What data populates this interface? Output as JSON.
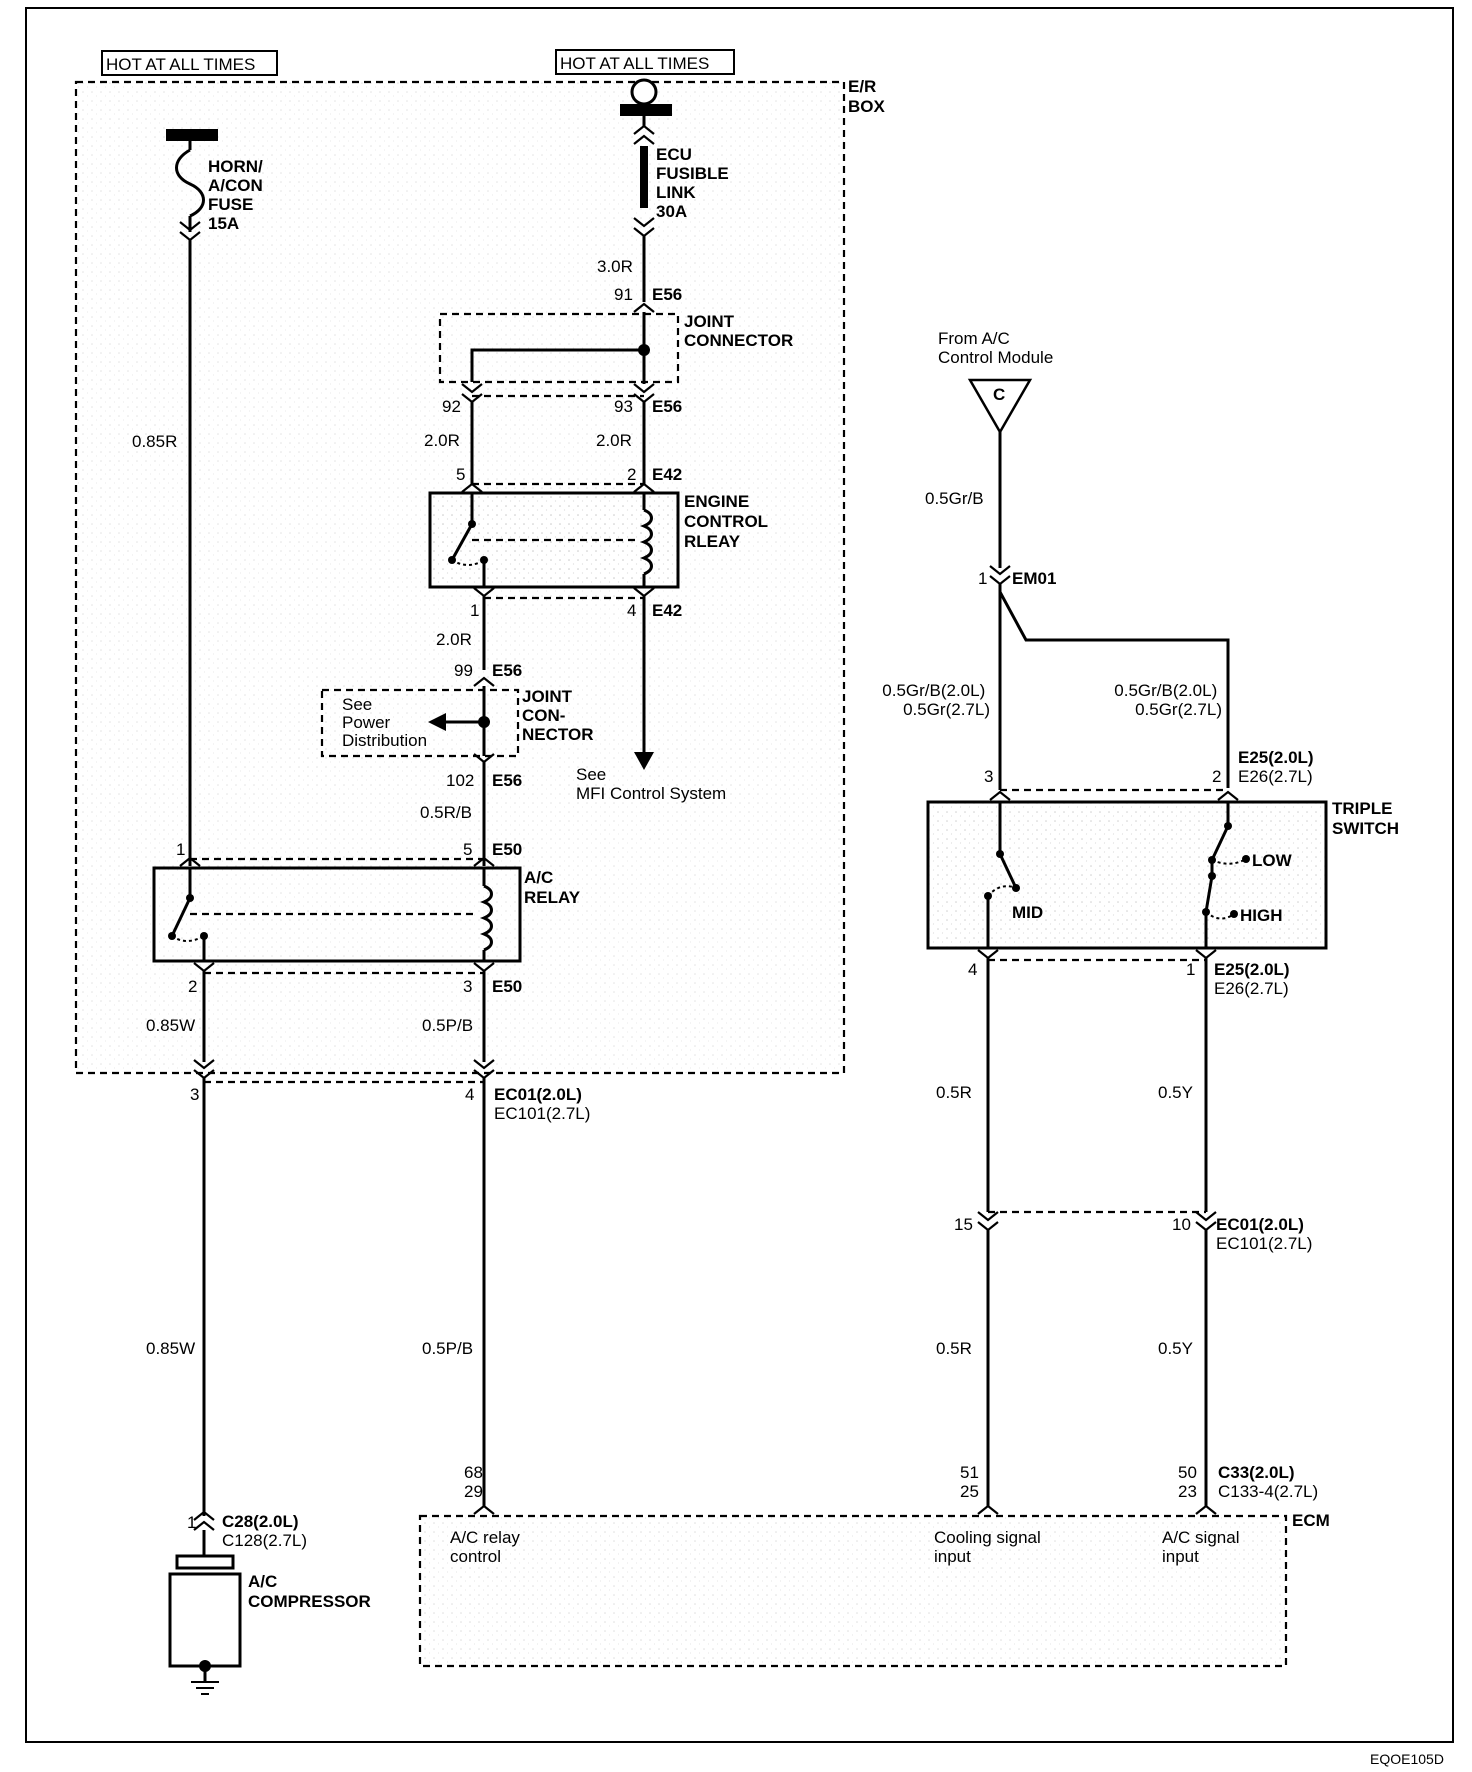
{
  "labels": {
    "hot_left": "HOT AT ALL TIMES",
    "hot_right": "HOT AT ALL TIMES",
    "er_box": [
      "E/R",
      "BOX"
    ],
    "horn_fuse": [
      "HORN/",
      "A/CON",
      "FUSE",
      "15A"
    ],
    "ecu_link": [
      "ECU",
      "FUSIBLE",
      "LINK",
      "30A"
    ],
    "joint_connector_top": [
      "JOINT",
      "CONNECTOR"
    ],
    "engine_control_relay": [
      "ENGINE",
      "CONTROL",
      "RLEAY"
    ],
    "joint_connector_mid": [
      "JOINT",
      "CON-",
      "NECTOR"
    ],
    "see_power": [
      "See",
      "Power",
      "Distribution"
    ],
    "see_mfi": [
      "See",
      "MFI Control System"
    ],
    "ac_relay": [
      "A/C",
      "RELAY"
    ],
    "from_ac": [
      "From A/C",
      "Control Module"
    ],
    "connector_c": "C",
    "triple_switch": [
      "TRIPLE",
      "SWITCH"
    ],
    "switch_low": "LOW",
    "switch_mid": "MID",
    "switch_high": "HIGH",
    "ac_compressor": [
      "A/C",
      "COMPRESSOR"
    ],
    "ecm": "ECM",
    "ecm_ac_relay": [
      "A/C relay",
      "control"
    ],
    "ecm_cooling": [
      "Cooling signal",
      "input"
    ],
    "ecm_ac_signal": [
      "A/C signal",
      "input"
    ],
    "figure_code": "EQOE105D"
  },
  "wires": {
    "w_085r": "0.85R",
    "w_30r": "3.0R",
    "w_20r_a": "2.0R",
    "w_20r_b": "2.0R",
    "w_20r_c": "2.0R",
    "w_05rb": "0.5R/B",
    "w_085w_a": "0.85W",
    "w_05pb_a": "0.5P/B",
    "w_085w_b": "0.85W",
    "w_05pb_b": "0.5P/B",
    "w_05grb": "0.5Gr/B",
    "w_grb_left": [
      "0.5Gr/B(2.0L)",
      "0.5Gr(2.7L)"
    ],
    "w_grb_right": [
      "0.5Gr/B(2.0L)",
      "0.5Gr(2.7L)"
    ],
    "w_05r_a": "0.5R",
    "w_05y_a": "0.5Y",
    "w_05r_b": "0.5R",
    "w_05y_b": "0.5Y"
  },
  "pins": {
    "p91": "91",
    "e56_a": "E56",
    "p92": "92",
    "p93": "93",
    "e56_b": "E56",
    "p5": "5",
    "p2": "2",
    "e42_a": "E42",
    "p1": "1",
    "p4": "4",
    "e42_b": "E42",
    "p99": "99",
    "e56_c": "E56",
    "p102": "102",
    "e56_d": "E56",
    "p1_ac": "1",
    "p5_ac": "5",
    "e50_a": "E50",
    "p2_ac": "2",
    "p3_ac": "3",
    "e50_b": "E50",
    "p3_ec": "3",
    "p4_ec": "4",
    "ec01_a": [
      "EC01(2.0L)",
      "EC101(2.7L)"
    ],
    "p1_em": "1",
    "em01": "EM01",
    "p3_ts": "3",
    "p2_ts": "2",
    "e25_a": [
      "E25(2.0L)",
      "E26(2.7L)"
    ],
    "p4_ts": "4",
    "p1_ts": "1",
    "e25_b": [
      "E25(2.0L)",
      "E26(2.7L)"
    ],
    "p15": "15",
    "p10": "10",
    "ec01_b": [
      "EC01(2.0L)",
      "EC101(2.7L)"
    ],
    "p68": "68",
    "p29": "29",
    "p51": "51",
    "p25": "25",
    "p50": "50",
    "p23": "23",
    "c33": [
      "C33(2.0L)",
      "C133-4(2.7L)"
    ],
    "p1_comp": "1",
    "c28": [
      "C28(2.0L)",
      "C128(2.7L)"
    ]
  }
}
